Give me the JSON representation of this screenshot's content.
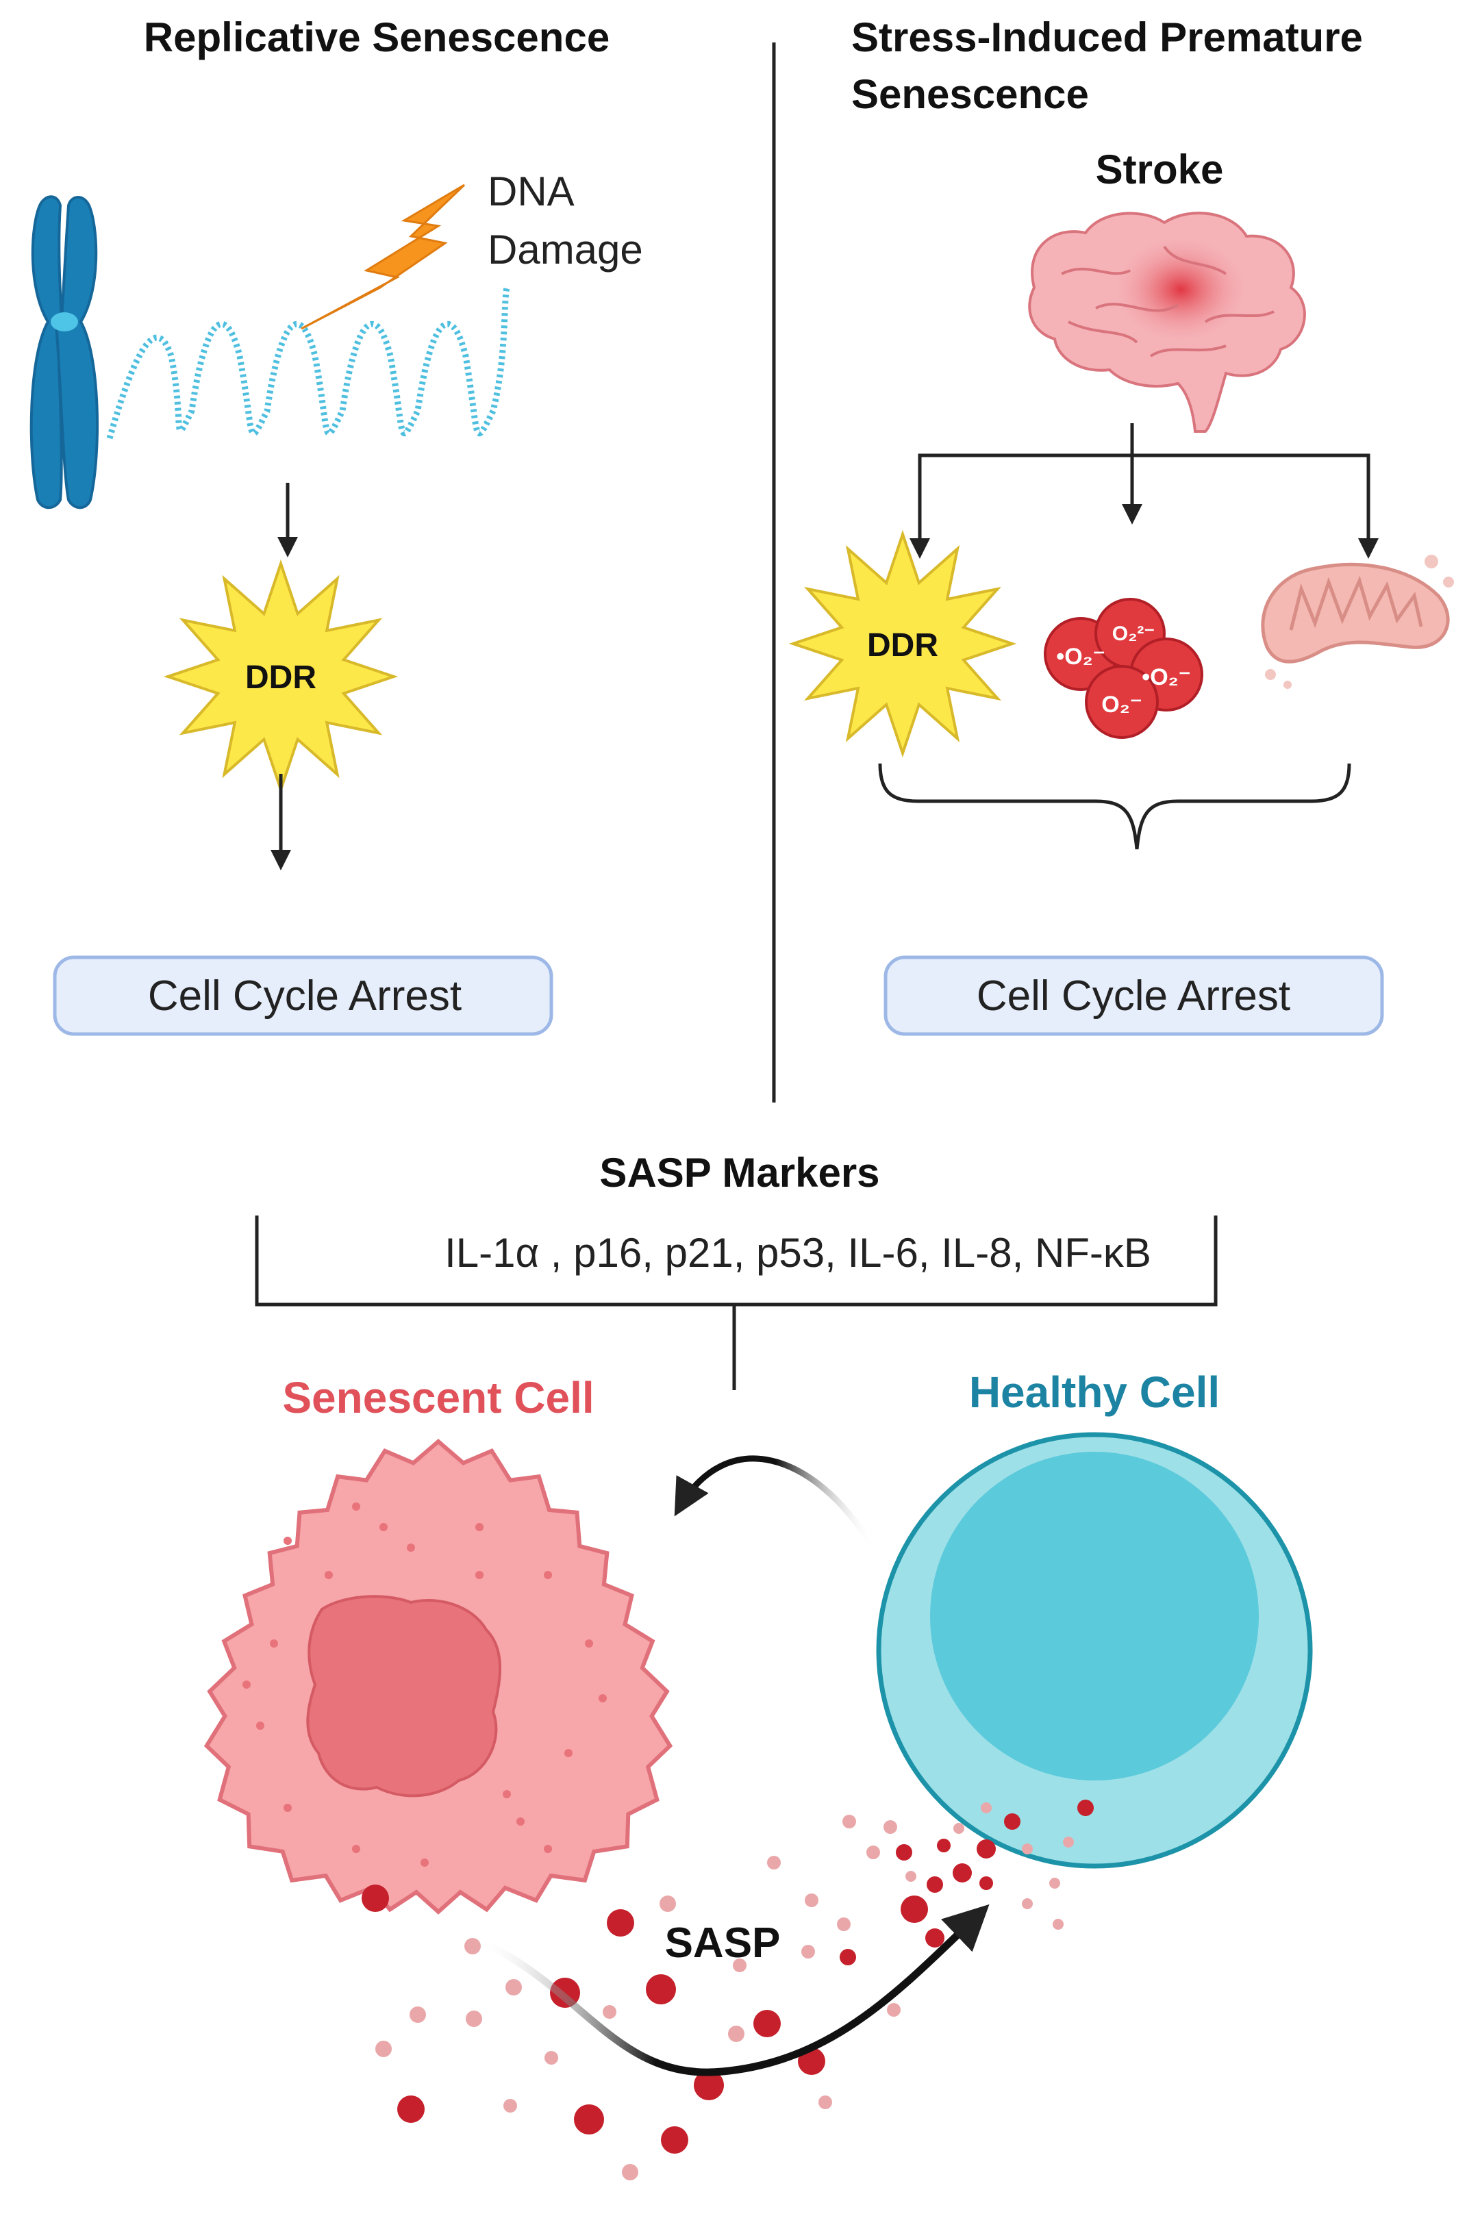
{
  "left_panel": {
    "title": "Replicative Senescence",
    "dna_damage_line1": "DNA",
    "dna_damage_line2": "Damage",
    "ddr_label": "DDR",
    "arrest_label": "Cell Cycle Arrest"
  },
  "right_panel": {
    "title_line1": "Stress-Induced Premature",
    "title_line2": "Senescence",
    "stroke_label": "Stroke",
    "ddr_label": "DDR",
    "ros_labels": [
      "•O₂⁻",
      "O₂²⁻",
      "•O₂⁻",
      "O₂⁻"
    ],
    "arrest_label": "Cell Cycle Arrest"
  },
  "sasp_markers": {
    "title": "SASP Markers",
    "list": "IL-1α , p16, p21, p53, IL-6, IL-8, NF-κB"
  },
  "cells": {
    "senescent_label": "Senescent Cell",
    "healthy_label": "Healthy Cell",
    "sasp_label": "SASP"
  },
  "colors": {
    "senescent": "#e0515a",
    "healthy": "#1c83a3",
    "chromosome": "#1a7fb5",
    "ddr_star": "#fde84a",
    "lightning": "#f7941d",
    "box_fill": "#e6eefb",
    "box_stroke": "#9db8e6",
    "sasp_dot": "#c5202b"
  },
  "icons": {
    "chromosome": "chromosome-icon",
    "lightning": "lightning-icon",
    "brain": "brain-icon",
    "ros": "ros-molecule-icon",
    "mitochondrion": "mitochondrion-icon",
    "ddr": "ddr-burst-icon"
  }
}
